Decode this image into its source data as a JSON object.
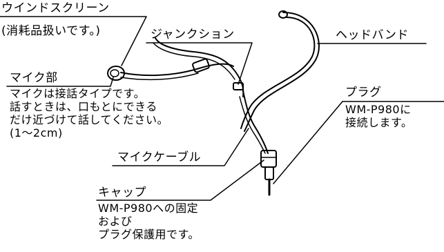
{
  "labels": {
    "windscreen_title": "ウインドスクリーン",
    "windscreen_note": "(消耗品扱いです。)",
    "junction": "ジャンクション",
    "headband": "ヘッドバンド",
    "mic_title": "マイク部",
    "mic_line1": "マイクは接話タイプです。",
    "mic_line2": "話すときは、口もとにできる",
    "mic_line3": "だけ近づけて話してください。",
    "mic_line4": "(1〜2cm)",
    "plug_title": "プラグ",
    "plug_line1": "WM-P980に",
    "plug_line2": "接続します。",
    "cable": "マイクケーブル",
    "cap_title": "キャップ",
    "cap_line1": "WM-P980への固定",
    "cap_line2": "および",
    "cap_line3": "プラグ保護用です。"
  }
}
